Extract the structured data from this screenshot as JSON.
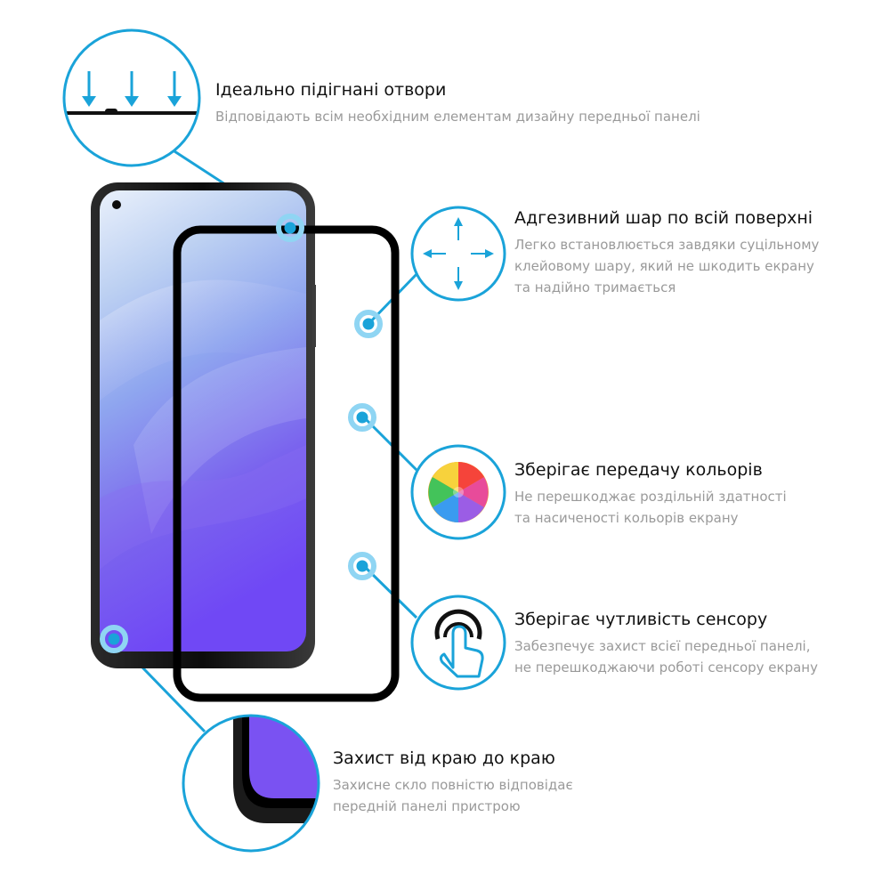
{
  "features": [
    {
      "title": "Ідеально підігнані отвори",
      "lines": [
        "Відповідають всім необхідним елементам дизайну передньої панелі"
      ],
      "icon": "arrows-down-icon"
    },
    {
      "title": "Адгезивний шар по всій поверхні",
      "lines": [
        "Легко встановлюється завдяки суцільному",
        "клейовому шару, який не шкодить екрану",
        "та надійно тримається"
      ],
      "icon": "expand-arrows-icon"
    },
    {
      "title": "Зберігає передачу кольорів",
      "lines": [
        "Не перешкоджає роздільній здатності",
        "та насиченості кольорів екрану"
      ],
      "icon": "color-wheel-icon"
    },
    {
      "title": "Зберігає чутливість сенсору",
      "lines": [
        "Забезпечує захист всієї передньої панелі,",
        "не перешкоджаючи роботі сенсору екрану"
      ],
      "icon": "touch-finger-icon"
    },
    {
      "title": "Захист від краю до краю",
      "lines": [
        "Захисне скло повністю відповідає",
        "передній панелі пристрою"
      ],
      "icon": "edge-zoom-icon"
    }
  ],
  "colors": {
    "accent": "#1aa3d9",
    "title": "#111111",
    "description": "#9a9a9a"
  }
}
